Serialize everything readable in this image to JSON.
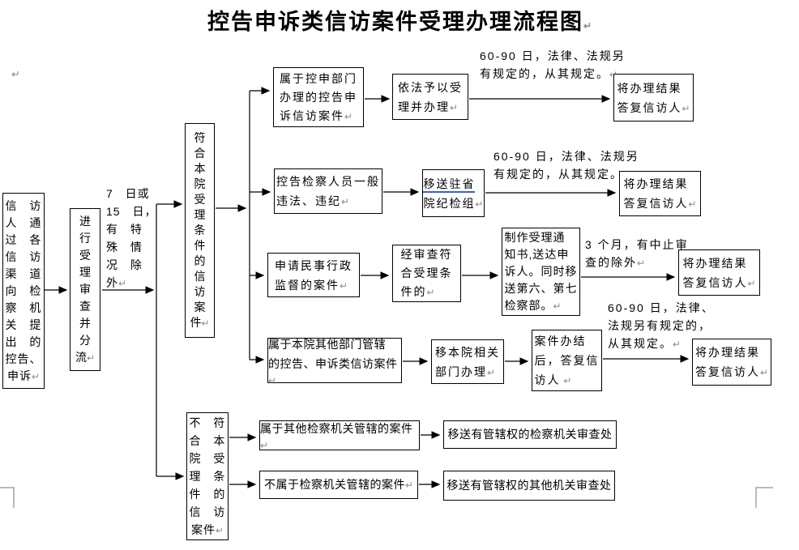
{
  "page": {
    "title": "控告申诉类信访案件受理办理流程图",
    "paragraph_mark": "↵"
  },
  "colors": {
    "line": "#000000",
    "grammar_underline": "#3a62c9",
    "paragraph_mark": "#8a8a8a",
    "margin_mark": "#a3a3a3"
  },
  "flow": {
    "source": {
      "text": "信 访\n人 通\n过 各\n信 访\n渠 道\n向 检\n察 机\n关 提\n出 的\n控告、\n申诉",
      "mark": "↵"
    },
    "triage": {
      "text": "进\n行\n受\n理\n审\n查\n并\n分\n流",
      "mark": "↵"
    },
    "triage_note": {
      "text": "7 日或\n15 日，\n有 特\n殊 情\n况 除\n外",
      "mark": "↵"
    },
    "accept": {
      "text": "符\n合\n本\n院\n受\n理\n条\n件\n的\n信\n访\n案\n件",
      "mark": "↵"
    },
    "reject": {
      "text": "不 符\n合 本\n院 受\n理 条\n件 的\n信 访\n案件",
      "mark": "↵"
    },
    "row1": {
      "case": {
        "text": "属于控申部门\n办理的控告申\n诉信访案件",
        "mark": "↵"
      },
      "action": {
        "text": "依法予以受\n理并办理",
        "mark": "↵"
      },
      "note": {
        "text": "60-90 日，法律、法规另\n有规定的，从其规定。",
        "mark": "↵"
      },
      "result": {
        "text": "将办理结果\n答复信访人",
        "mark": "↵"
      }
    },
    "row2": {
      "case": {
        "text": "控告检察人员一般\n违法、违纪",
        "mark": "↵"
      },
      "action": {
        "line1": "移送驻省",
        "line2": "院纪检组",
        "mark": "↵"
      },
      "note": {
        "text": "60-90 日，法律、法规另\n有规定的，从其规定。",
        "mark": "↵"
      },
      "result": {
        "text": "将办理结果\n答复信访人",
        "mark": "↵"
      }
    },
    "row3": {
      "case": {
        "text": "申请民事行政\n监督的案件",
        "mark": "↵"
      },
      "screen": {
        "text": "经审查符\n合受理条\n件的",
        "mark": "↵"
      },
      "action": {
        "text": "制作受理通\n知书,送达申\n诉人。同时移\n送第六、第七\n检察部。",
        "mark": "↵"
      },
      "note": {
        "text": "3 个月，有中止审\n查的除外",
        "mark": "↵"
      },
      "result": {
        "text": "将办理结果\n答复信访人",
        "mark": "↵"
      }
    },
    "row4": {
      "case": {
        "text": "属于本院其他部门管辖\n的控告、申诉类信访案件",
        "mark": "↵"
      },
      "action": {
        "text": "移本院相关\n部门办理",
        "mark": "↵"
      },
      "mid": {
        "text": "案件办结\n后，答复信\n访人",
        "mark": "↵"
      },
      "note": {
        "text": "60-90 日，法律、\n法规另有规定的，\n从其规定。",
        "mark": "↵"
      },
      "result": {
        "text": "将办理结果\n答复信访人",
        "mark": "↵"
      }
    },
    "row5": {
      "case": {
        "text": "属于其他检察机关管辖的案件",
        "mark": "↵"
      },
      "action": {
        "text": "移送有管辖权的检察机关审查处"
      }
    },
    "row6": {
      "case": {
        "text": "不属于检察机关管辖的案件",
        "mark": "↵"
      },
      "action": {
        "text": "移送有管辖权的其他机关审查处"
      }
    }
  }
}
